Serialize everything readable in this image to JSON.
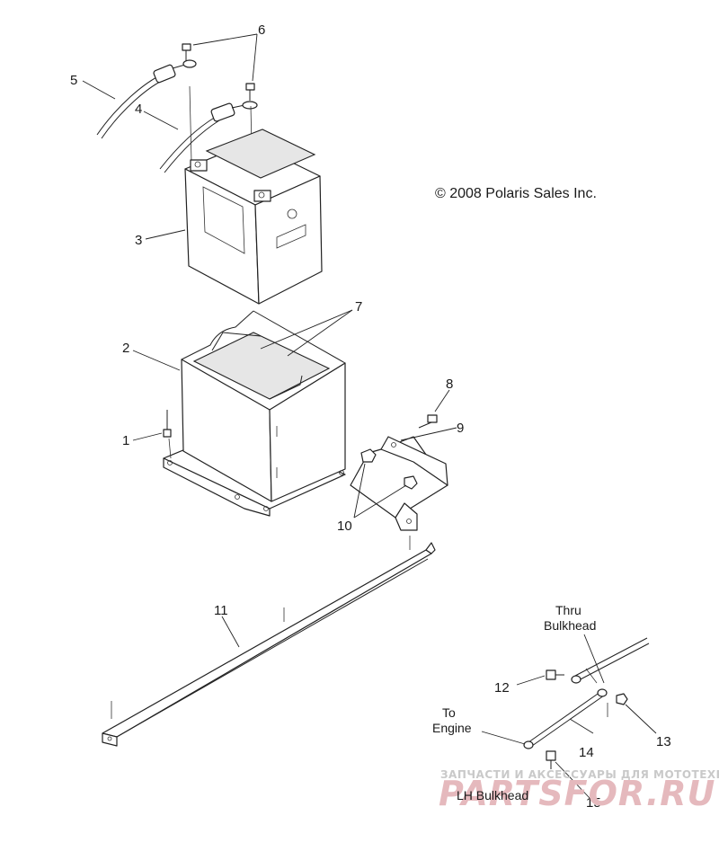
{
  "copyright": "© 2008 Polaris Sales Inc.",
  "callouts": {
    "c1": "1",
    "c2": "2",
    "c3": "3",
    "c4": "4",
    "c5": "5",
    "c6": "6",
    "c7": "7",
    "c8": "8",
    "c9": "9",
    "c10": "10",
    "c11": "11",
    "c12": "12",
    "c13": "13",
    "c14": "14",
    "c15": "15"
  },
  "notes": {
    "thru_1": "Thru",
    "thru_2": "Bulkhead",
    "to_1": "To",
    "to_2": "Engine",
    "lh": "LH Bulkhead"
  },
  "watermark": {
    "tagline": "ЗАПЧАСТИ И АКСЕССУАРЫ ДЛЯ МОТОТЕХНИКИ",
    "logo": "PARTSFOR.RU"
  }
}
